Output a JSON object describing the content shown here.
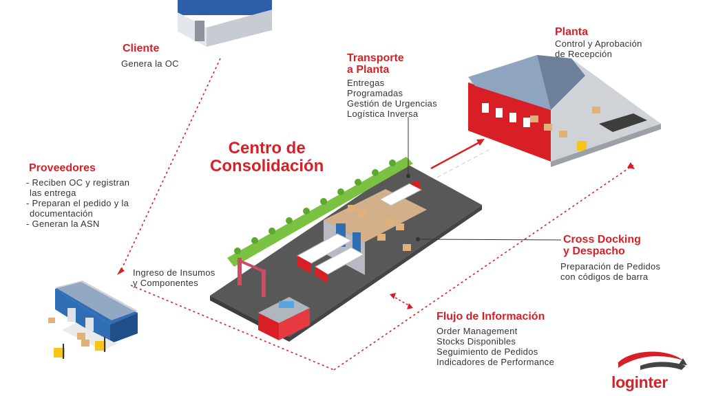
{
  "cliente": {
    "title": "Cliente",
    "text": "Genera la OC"
  },
  "proveedores": {
    "title": "Proveedores",
    "lines": [
      "- Reciben OC y registran",
      "  las entrega",
      "- Preparan el pedido y la",
      "  documentación",
      "- Generan la ASN"
    ]
  },
  "ingreso": {
    "lines": [
      "Ingreso de Insumos",
      "y Componentes"
    ]
  },
  "centro": {
    "title_line1": "Centro de",
    "title_line2": "Consolidación"
  },
  "transporte": {
    "title_line1": "Transporte",
    "title_line2": "a Planta",
    "lines": [
      "Entregas",
      "Programadas",
      "Gestión de Urgencias",
      "Logística Inversa"
    ]
  },
  "planta": {
    "title": "Planta",
    "lines": [
      "Control y Aprobación",
      "de Recepción"
    ]
  },
  "cross": {
    "title_line1": "Cross Docking",
    "title_line2": "y Despacho",
    "lines": [
      "Preparación de Pedidos",
      "con códigos de barra"
    ]
  },
  "flujo": {
    "title": "Flujo de Información",
    "lines": [
      "Order Management",
      "Stocks Disponibles",
      "Seguimiento de Pedidos",
      "Indicadores de Performance"
    ]
  },
  "logo": {
    "text": "loginter"
  },
  "colors": {
    "accent": "#d81f26",
    "text": "#333333",
    "road": "#585858",
    "grass": "#7cc242",
    "warehouse_blue": "#2f6db5"
  }
}
